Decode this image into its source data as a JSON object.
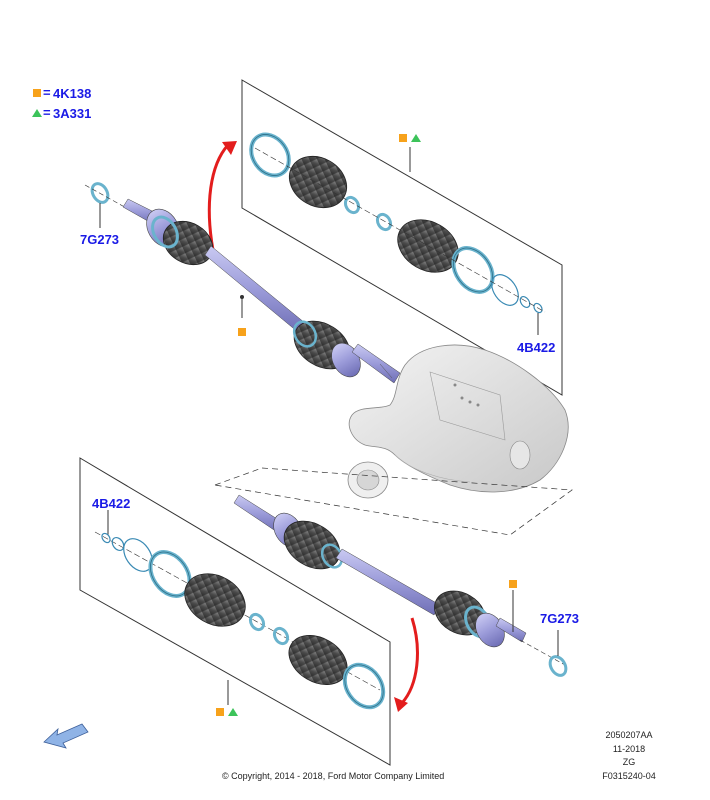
{
  "colors": {
    "label_blue": "#1a1ae6",
    "square_orange": "#f7a21b",
    "triangle_green": "#3cc35a",
    "arrow_red": "#e31d1d",
    "shaft_violet": "#9b9bd9",
    "boot_dark": "#505050",
    "ring_teal": "#6ab3cd",
    "nav_arrow_blue": "#8fb3e6"
  },
  "legend": {
    "square_code": "4K138",
    "triangle_code": "3A331",
    "separator": "="
  },
  "part_labels": {
    "upper_circlip": "7G273",
    "upper_nut": "4B422",
    "lower_nut": "4B422",
    "lower_circlip": "7G273"
  },
  "icons": {
    "legend_square": "orange-square-icon",
    "legend_triangle": "green-triangle-icon",
    "direction": "front-direction-arrow-icon",
    "redirect": "red-curved-arrow-icon"
  },
  "meta": {
    "code_1": "2050207AA",
    "date": "11-2018",
    "code_2": "ZG",
    "code_3": "F0315240-04"
  },
  "copyright": "© Copyright, 2014 - 2018, Ford Motor Company Limited"
}
